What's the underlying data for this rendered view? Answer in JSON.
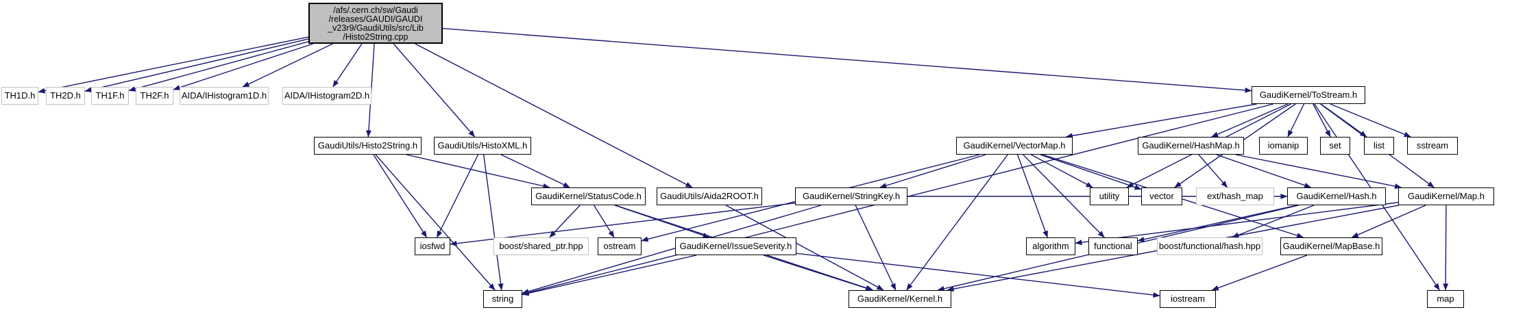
{
  "diagram": {
    "type": "include-dependency-graph",
    "root": {
      "label_lines": [
        "/afs/.cern.ch/sw/Gaudi",
        "/releases/GAUDI/GAUDI",
        "_v23r9/GaudiUtils/src/Lib",
        "/Histo2String.cpp"
      ]
    },
    "nodes": {
      "th1d": {
        "label": "TH1D.h"
      },
      "th2d": {
        "label": "TH2D.h"
      },
      "th1f": {
        "label": "TH1F.h"
      },
      "th2f": {
        "label": "TH2F.h"
      },
      "aida1d": {
        "label": "AIDA/IHistogram1D.h"
      },
      "aida2d": {
        "label": "AIDA/IHistogram2D.h"
      },
      "tostream": {
        "label": "GaudiKernel/ToStream.h"
      },
      "histo2string_h": {
        "label": "GaudiUtils/Histo2String.h"
      },
      "histoxml": {
        "label": "GaudiUtils/HistoXML.h"
      },
      "vectormap": {
        "label": "GaudiKernel/VectorMap.h"
      },
      "hashmap": {
        "label": "GaudiKernel/HashMap.h"
      },
      "iomanip": {
        "label": "iomanip"
      },
      "set": {
        "label": "set"
      },
      "list": {
        "label": "list"
      },
      "sstream": {
        "label": "sstream"
      },
      "statuscode": {
        "label": "GaudiKernel/StatusCode.h"
      },
      "aida2root": {
        "label": "GaudiUtils/Aida2ROOT.h"
      },
      "stringkey": {
        "label": "GaudiKernel/StringKey.h"
      },
      "utility": {
        "label": "utility"
      },
      "vector": {
        "label": "vector"
      },
      "ext_hash_map": {
        "label": "ext/hash_map"
      },
      "hash": {
        "label": "GaudiKernel/Hash.h"
      },
      "map_h": {
        "label": "GaudiKernel/Map.h"
      },
      "iosfwd": {
        "label": "iosfwd"
      },
      "shared_ptr": {
        "label": "boost/shared_ptr.hpp"
      },
      "ostream": {
        "label": "ostream"
      },
      "issueseverity": {
        "label": "GaudiKernel/IssueSeverity.h"
      },
      "algorithm": {
        "label": "algorithm"
      },
      "functional": {
        "label": "functional"
      },
      "boost_hash": {
        "label": "boost/functional/hash.hpp"
      },
      "mapbase": {
        "label": "GaudiKernel/MapBase.h"
      },
      "string": {
        "label": "string"
      },
      "kernel": {
        "label": "GaudiKernel/Kernel.h"
      },
      "iostream": {
        "label": "iostream"
      },
      "map": {
        "label": "map"
      }
    },
    "edges": [
      {
        "from": "root",
        "to": "th1d"
      },
      {
        "from": "root",
        "to": "th2d"
      },
      {
        "from": "root",
        "to": "th1f"
      },
      {
        "from": "root",
        "to": "th2f"
      },
      {
        "from": "root",
        "to": "aida1d"
      },
      {
        "from": "root",
        "to": "aida2d"
      },
      {
        "from": "root",
        "to": "histo2string_h"
      },
      {
        "from": "root",
        "to": "histoxml"
      },
      {
        "from": "root",
        "to": "aida2root"
      },
      {
        "from": "root",
        "to": "tostream"
      },
      {
        "from": "histo2string_h",
        "to": "iosfwd"
      },
      {
        "from": "histo2string_h",
        "to": "string"
      },
      {
        "from": "histo2string_h",
        "to": "statuscode"
      },
      {
        "from": "histoxml",
        "to": "iosfwd"
      },
      {
        "from": "histoxml",
        "to": "string"
      },
      {
        "from": "histoxml",
        "to": "statuscode"
      },
      {
        "from": "statuscode",
        "to": "ostream"
      },
      {
        "from": "statuscode",
        "to": "shared_ptr"
      },
      {
        "from": "statuscode",
        "to": "issueseverity"
      },
      {
        "from": "statuscode",
        "to": "kernel"
      },
      {
        "from": "aida2root",
        "to": "kernel"
      },
      {
        "from": "issueseverity",
        "to": "string"
      },
      {
        "from": "issueseverity",
        "to": "kernel"
      },
      {
        "from": "issueseverity",
        "to": "iostream"
      },
      {
        "from": "tostream",
        "to": "vectormap"
      },
      {
        "from": "tostream",
        "to": "hashmap"
      },
      {
        "from": "tostream",
        "to": "iomanip"
      },
      {
        "from": "tostream",
        "to": "set"
      },
      {
        "from": "tostream",
        "to": "list"
      },
      {
        "from": "tostream",
        "to": "sstream"
      },
      {
        "from": "tostream",
        "to": "map_h"
      },
      {
        "from": "tostream",
        "to": "utility"
      },
      {
        "from": "tostream",
        "to": "vector"
      },
      {
        "from": "tostream",
        "to": "string"
      },
      {
        "from": "tostream",
        "to": "map"
      },
      {
        "from": "vectormap",
        "to": "stringkey"
      },
      {
        "from": "vectormap",
        "to": "utility"
      },
      {
        "from": "vectormap",
        "to": "vector"
      },
      {
        "from": "vectormap",
        "to": "algorithm"
      },
      {
        "from": "vectormap",
        "to": "functional"
      },
      {
        "from": "vectormap",
        "to": "ostream"
      },
      {
        "from": "vectormap",
        "to": "kernel"
      },
      {
        "from": "vectormap",
        "to": "mapbase"
      },
      {
        "from": "stringkey",
        "to": "iosfwd"
      },
      {
        "from": "stringkey",
        "to": "string"
      },
      {
        "from": "stringkey",
        "to": "hash"
      },
      {
        "from": "stringkey",
        "to": "kernel"
      },
      {
        "from": "hashmap",
        "to": "ext_hash_map"
      },
      {
        "from": "hashmap",
        "to": "hash"
      },
      {
        "from": "hashmap",
        "to": "map_h"
      },
      {
        "from": "hash",
        "to": "functional"
      },
      {
        "from": "hash",
        "to": "boost_hash"
      },
      {
        "from": "hash",
        "to": "kernel"
      },
      {
        "from": "map_h",
        "to": "map"
      },
      {
        "from": "map_h",
        "to": "mapbase"
      },
      {
        "from": "map_h",
        "to": "kernel"
      },
      {
        "from": "map_h",
        "to": "algorithm"
      },
      {
        "from": "mapbase",
        "to": "iostream"
      }
    ]
  },
  "colors": {
    "edge": "#191970",
    "node_border": "#000000",
    "external_border": "#c0c0c0",
    "root_fill": "#bfbfbf",
    "node_fill": "#ffffff",
    "background": "#ffffff"
  }
}
